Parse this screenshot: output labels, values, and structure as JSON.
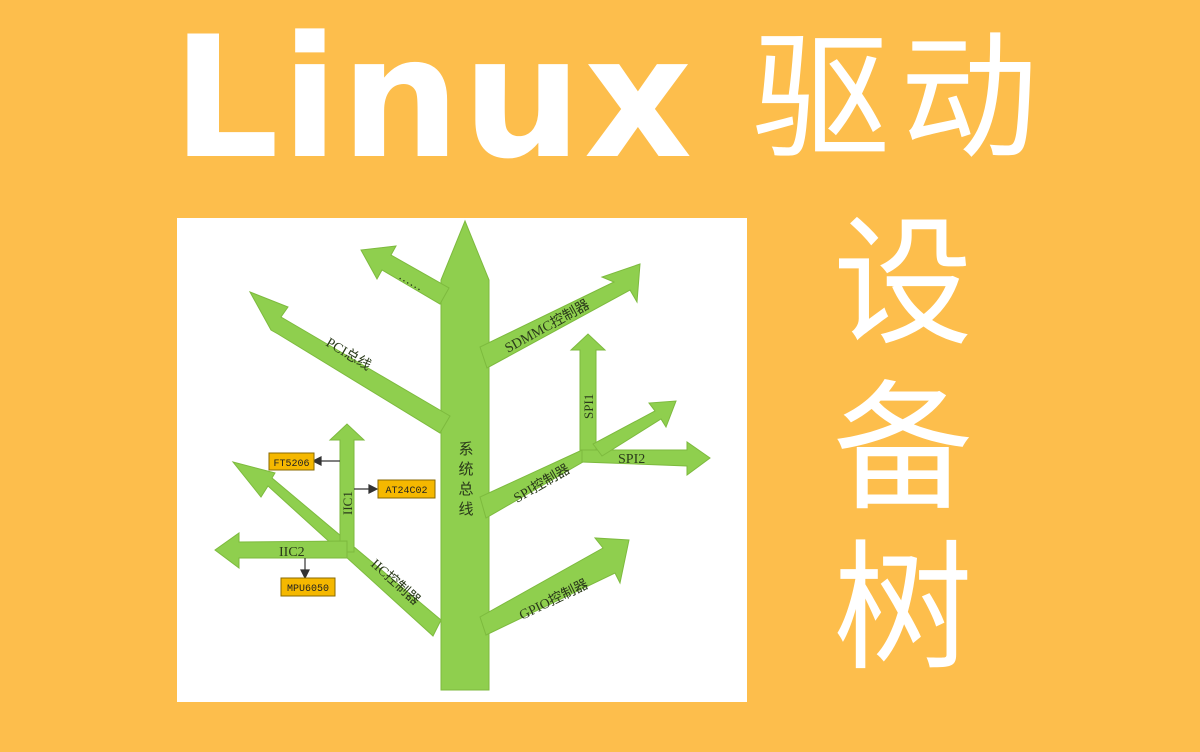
{
  "title": {
    "latin": "Linux",
    "cjk_line1": "驱动",
    "vertical_chars": [
      "设",
      "备",
      "树"
    ]
  },
  "diagram": {
    "trunk_label": [
      "系",
      "统",
      "总",
      "线"
    ],
    "branches": {
      "dots": "……",
      "pci": "PCI总线",
      "sdmmc": "SDMMC控制器",
      "spi": "SPI控制器",
      "spi1": "SPI1",
      "spi2": "SPI2",
      "gpio": "GPIO控制器",
      "iic": "IIC控制器",
      "iic1": "IIC1",
      "iic2": "IIC2"
    },
    "devices": {
      "ft5206": "FT5206",
      "at24c02": "AT24C02",
      "mpu6050": "MPU6050"
    }
  },
  "colors": {
    "background": "#FDBE4C",
    "panel": "#FFFFFF",
    "arrow_fill": "#8FCF4E",
    "arrow_stroke": "#7DBA3E",
    "device_box": "#F5B800",
    "device_border": "#8A6A00",
    "title_text": "#FFFFFF"
  }
}
